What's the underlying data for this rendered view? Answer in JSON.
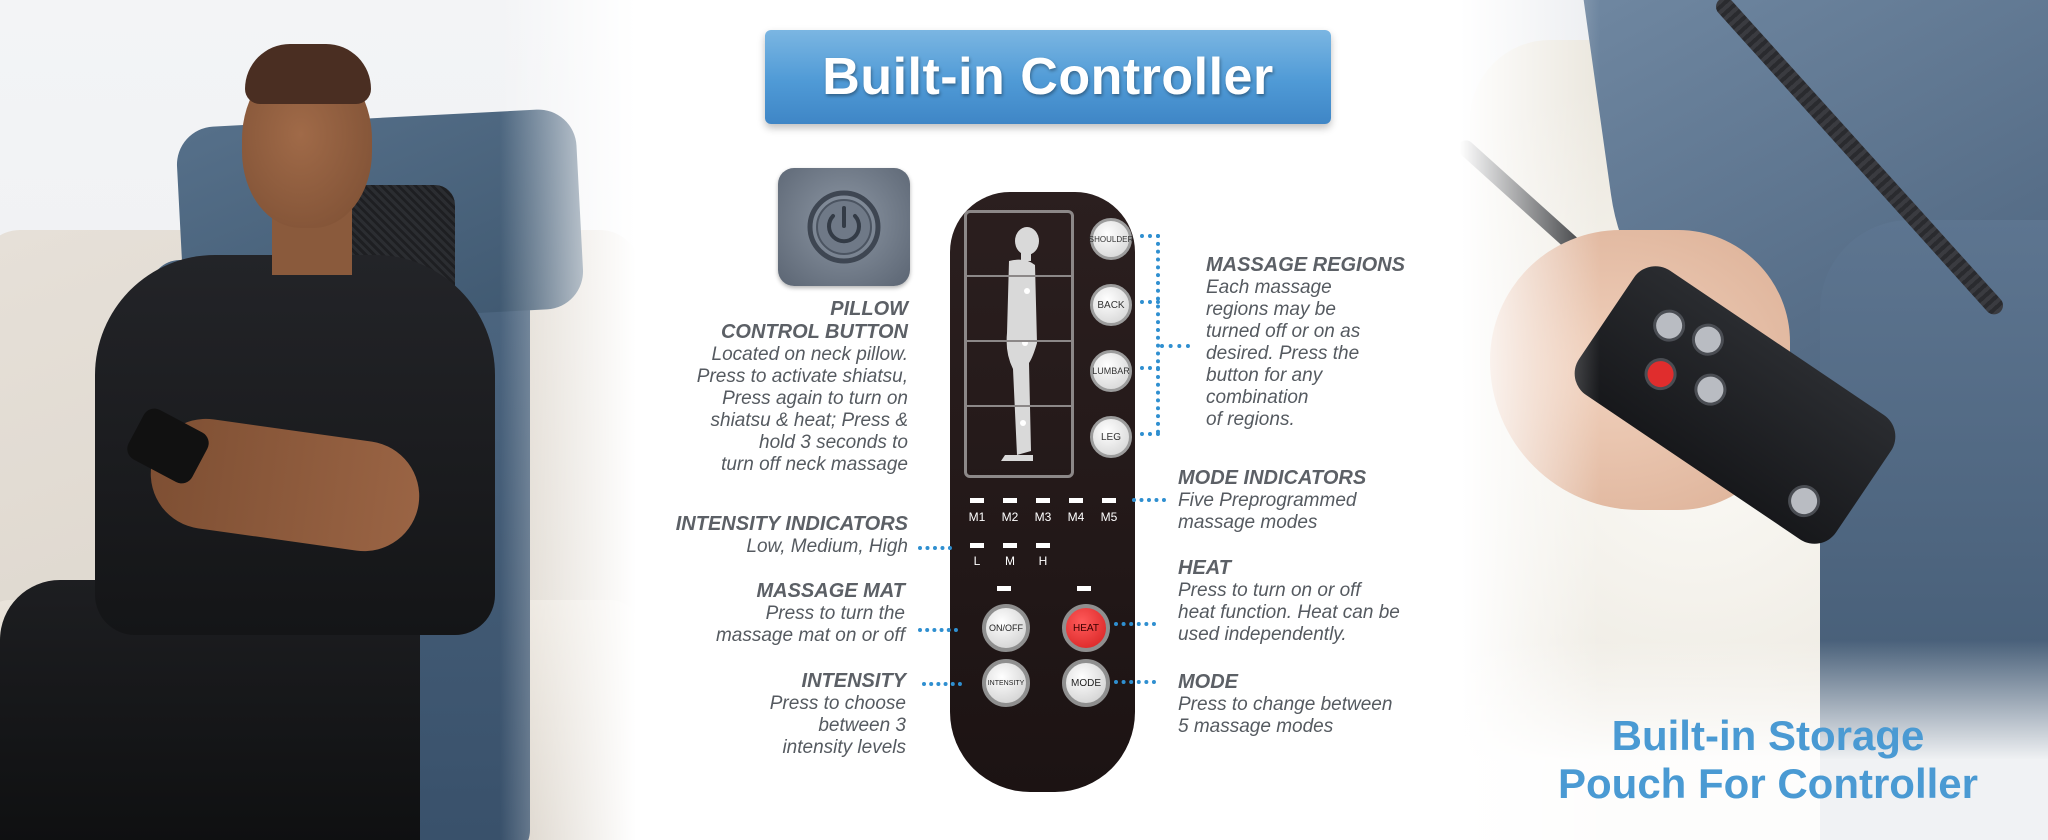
{
  "banner": {
    "title": "Built-in Controller"
  },
  "pillow": {
    "title_line1": "PILLOW",
    "title_line2": "CONTROL BUTTON",
    "desc_lines": [
      "Located on neck pillow.",
      "Press to activate shiatsu,",
      "Press again to turn on",
      "shiatsu & heat; Press &",
      "hold 3 seconds to",
      "turn off neck massage"
    ]
  },
  "intensity_indicators": {
    "title": "INTENSITY INDICATORS",
    "desc": "Low, Medium, High"
  },
  "massage_mat": {
    "title": "MASSAGE MAT",
    "desc_lines": [
      "Press to turn the",
      "massage mat on or off"
    ]
  },
  "intensity": {
    "title": "INTENSITY",
    "desc_lines": [
      "Press to choose",
      "between 3",
      "intensity levels"
    ]
  },
  "massage_regions": {
    "title": "MASSAGE REGIONS",
    "desc_lines": [
      "Each massage",
      "regions may be",
      "turned off or on as",
      "desired. Press the",
      "button for any",
      "combination",
      "of regions."
    ]
  },
  "mode_indicators": {
    "title": "MODE INDICATORS",
    "desc_lines": [
      "Five Preprogrammed",
      "massage modes"
    ]
  },
  "heat": {
    "title": "HEAT",
    "desc_lines": [
      "Press to turn on or off",
      "heat function. Heat can be",
      "used independently."
    ]
  },
  "mode": {
    "title": "MODE",
    "desc_lines": [
      "Press to change between",
      "5 massage modes"
    ]
  },
  "remote": {
    "region_buttons": [
      "SHOULDER",
      "BACK",
      "LUMBAR",
      "LEG"
    ],
    "mode_labels": [
      "M1",
      "M2",
      "M3",
      "M4",
      "M5"
    ],
    "intensity_labels": [
      "L",
      "M",
      "H"
    ],
    "onoff_label": "ON/OFF",
    "heat_label": "HEAT",
    "intensity_label": "INTENSITY",
    "mode_label": "MODE"
  },
  "storage": {
    "line1": "Built-in Storage",
    "line2": "Pouch For Controller"
  },
  "colors": {
    "accent_blue": "#4a9ad3",
    "heat_red": "#d41e1e",
    "remote_body": "#1c1313"
  }
}
